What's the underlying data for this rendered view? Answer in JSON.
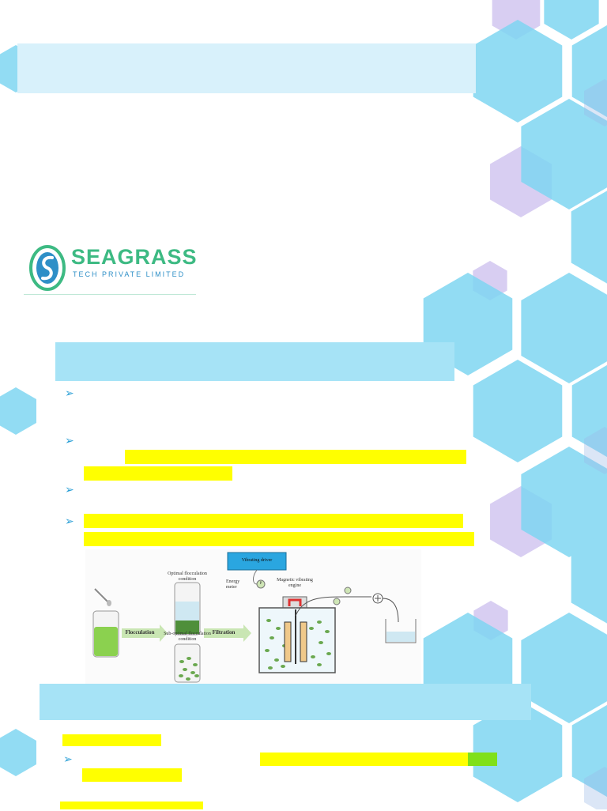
{
  "logo": {
    "name": "SEAGRASS",
    "tagline": "TECH PRIVATE LIMITED",
    "icon": "seagrass-s-icon"
  },
  "colors": {
    "hex_blue": "#7fd6f2",
    "hex_purple": "#cfc3ef",
    "header_bar": "#a6e3f6",
    "header_bar_light": "#d8f1fb",
    "highlight": "#ffff00",
    "brand_green": "#3dba83"
  },
  "diagram": {
    "optimal_label": "Optimal flocculation condition",
    "vibrating_driver": "Vibrating driver",
    "energy_meter": "Energy meter",
    "magnetic_engine": "Magnetic vibrating engine",
    "sub_optimal_label": "Sub-optimal flocculation condition",
    "flocculation": "Flocculation",
    "filtration": "Filtration",
    "gauge_letter": "P"
  }
}
